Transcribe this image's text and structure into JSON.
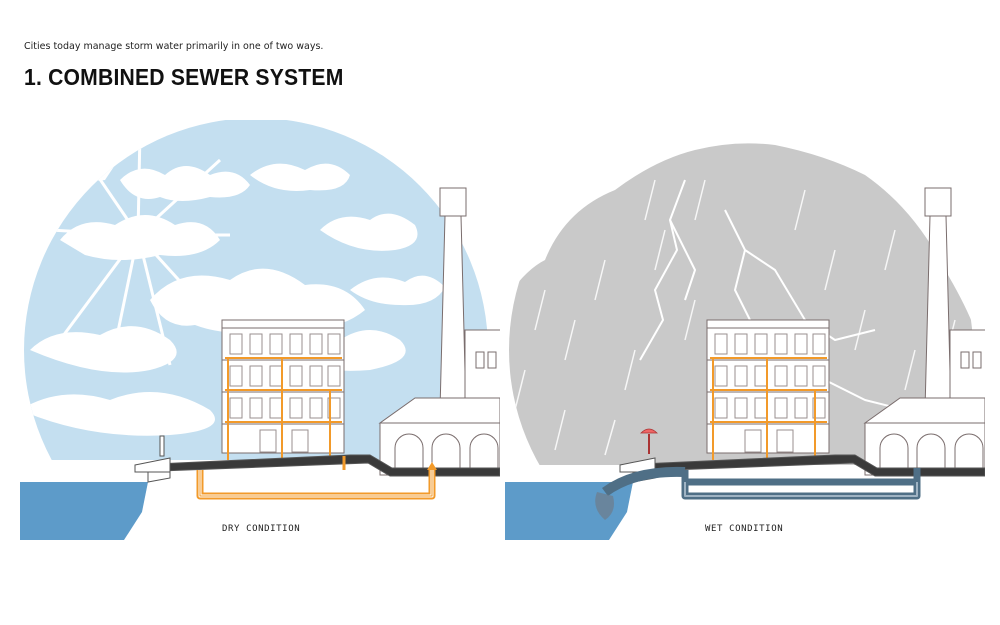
{
  "intro_text": "Cities today manage storm water primarily in one of two ways.",
  "title": "1. COMBINED SEWER SYSTEM",
  "panels": {
    "dry": {
      "caption": "DRY CONDITION"
    },
    "wet": {
      "caption": "WET CONDITION"
    }
  },
  "colors": {
    "sky_dry": "#c4dff0",
    "sky_wet": "#c9c9c9",
    "cloud": "#ffffff",
    "water": "#5d9bc9",
    "pipe_clean": "#f29a2a",
    "pipe_overflow": "#4f6f86",
    "building_line": "#7a6d6d"
  }
}
